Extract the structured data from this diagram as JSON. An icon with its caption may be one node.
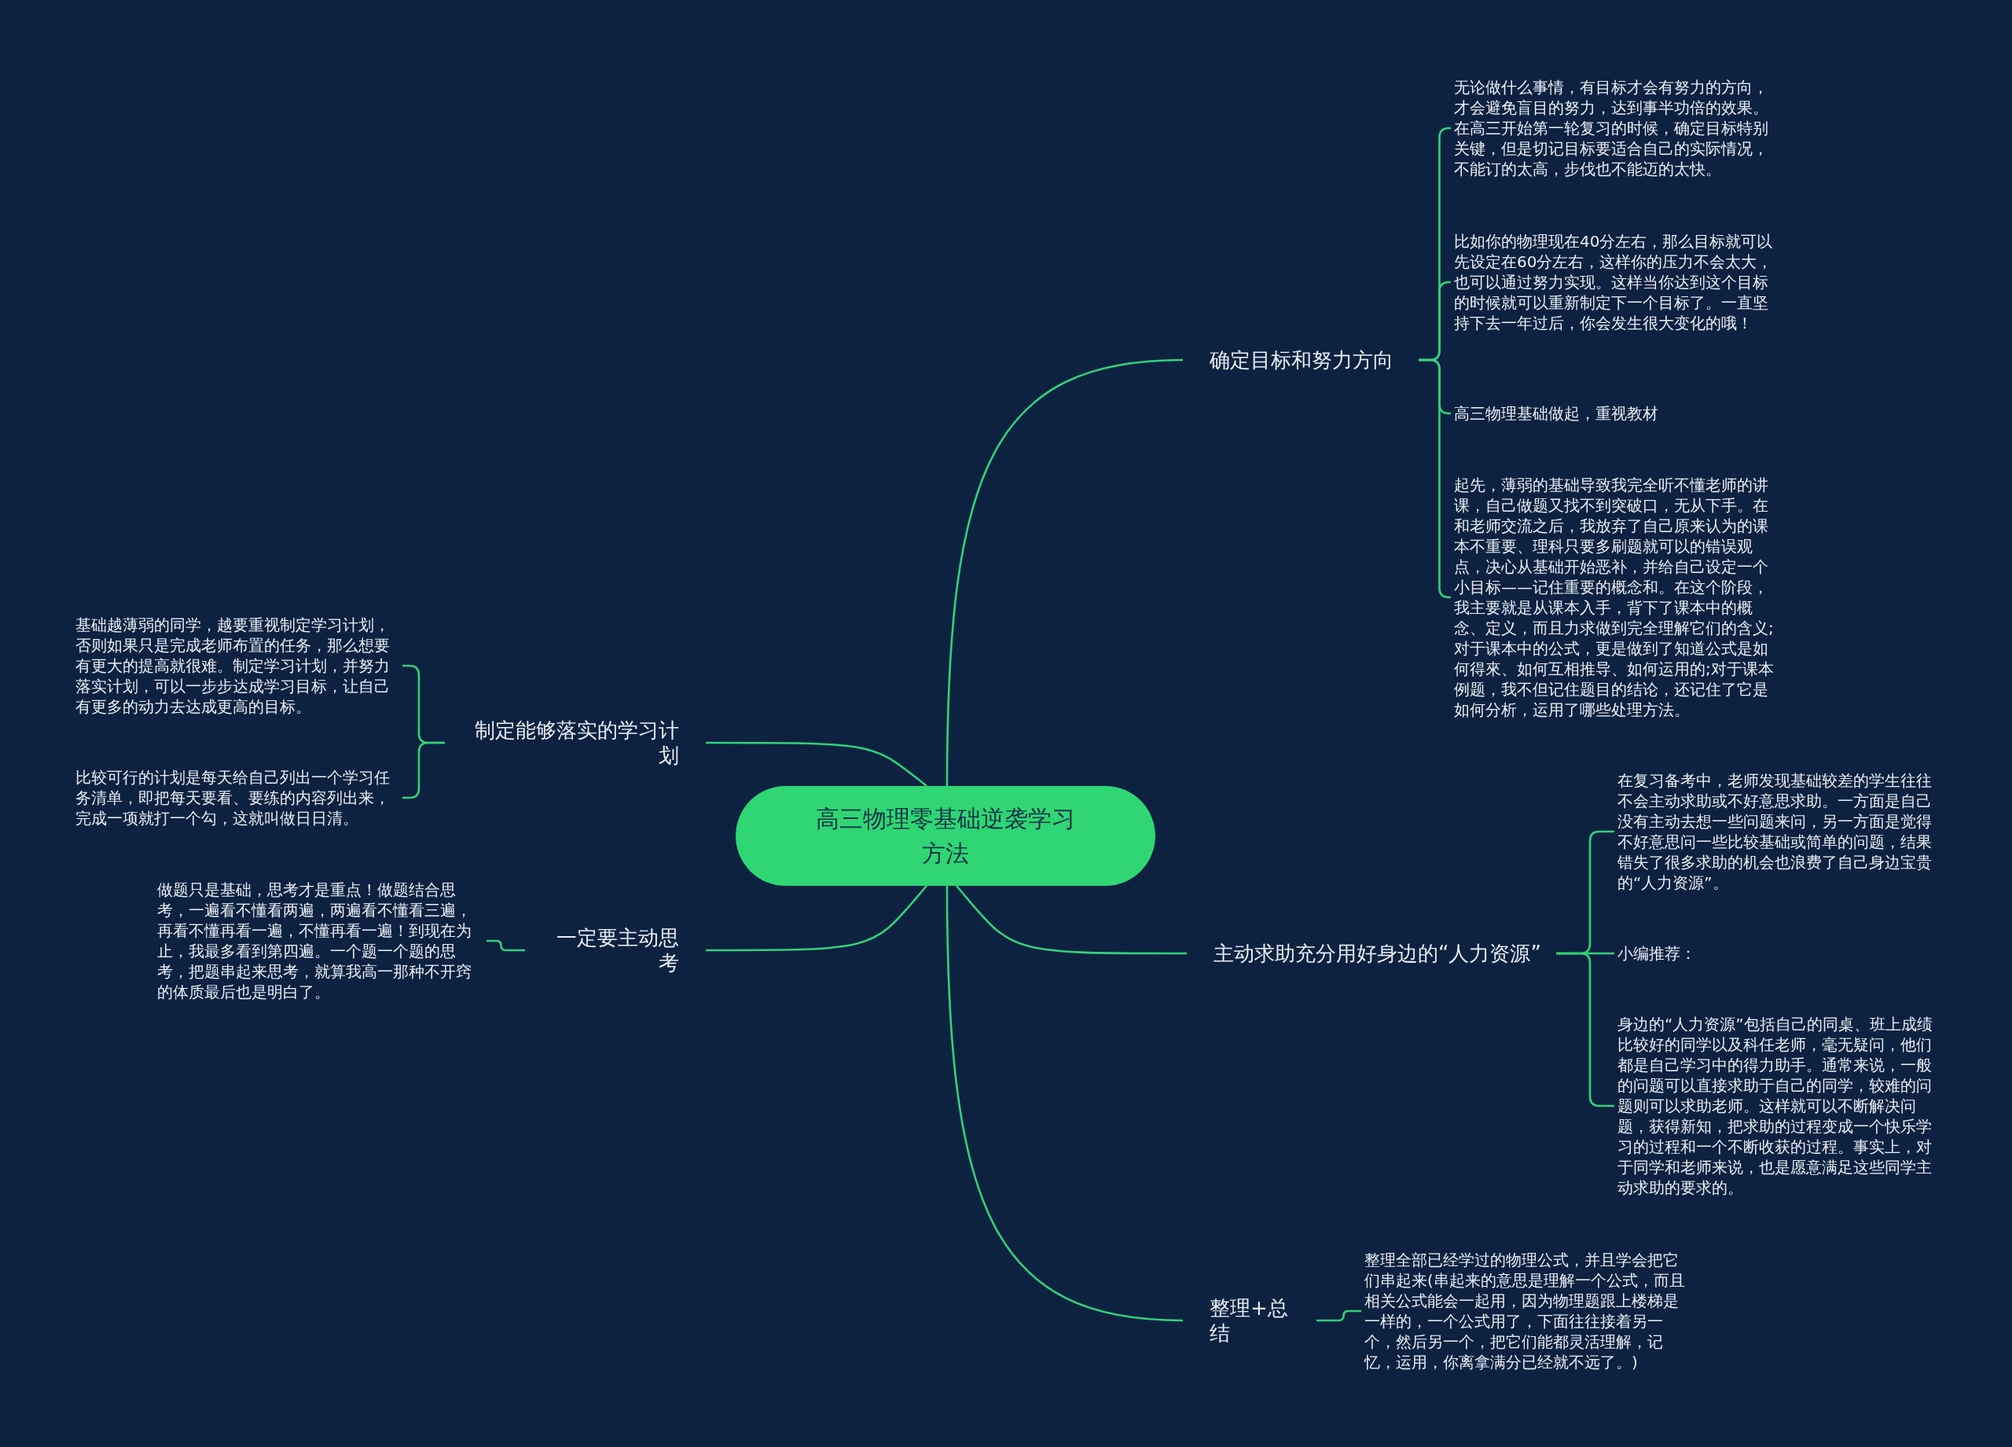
{
  "diagram": {
    "nodes": [
      {
        "text": [
          "高三物理零基础逆袭学习方法"
        ]
      },
      {
        "text": [
          "确定目标和努力方向"
        ]
      },
      {
        "text": [
          "无论做什么事情，有目标才会有努力的方向，才会避免盲目的努力，达到事半功倍的效果。在高三开始第一轮复习的时候，确定目标特别关键，但是切记目标要适合自己的实际情况，不能订的太高，步伐也不能迈的太快。"
        ]
      },
      {
        "text": [
          "比如你的物理现在40分左右，那么目标就可以先设定在60分左右，这样你的压力不会太大，也可以通过努力实现。这样当你达到这个目标的时候就可以重新制定下一个目标了。一直坚持下去一年过后，你会发生很大变化的哦！"
        ]
      },
      {
        "text": [
          "高三物理基础做起，重视教材"
        ]
      },
      {
        "text": [
          "起先，薄弱的基础导致我完全听不懂老师的讲课，自己做题又找不到突破口，无从下手。在和老师交流之后，我放弃了自己原来认为的课本不重要、理科只要多刷题就可以的错误观点，决心从基础开始恶补，并给自己设定一个小目标——记住重要的概念和。在这个阶段，我主要就是从课本入手，背下了课本中的概念、定义，而且力求做到完全理解它们的含义;对于课本中的公式，更是做到了知道公式是如何得來、如何互相推导、如何运用的;对于课本例题，我不但记住题目的结论，还记住了它是如何分析，运用了哪些处理方法。"
        ]
      },
      {
        "text": [
          "主动求助充分用好身边的“人力资源”"
        ]
      },
      {
        "text": [
          "在复习备考中，老师发现基础较差的学生往往不会主动求助或不好意思求助。一方面是自己没有主动去想一些问题来问，另一方面是觉得不好意思问一些比较基础或简单的问题，结果错失了很多求助的机会也浪费了自己身边宝贵的“人力资源”。"
        ]
      },
      {
        "text": [
          "小编推荐："
        ]
      },
      {
        "text": [
          "身边的“人力资源”包括自己的同桌、班上成绩比较好的同学以及科任老师，毫无疑问，他们都是自己学习中的得力助手。通常来说，一般的问题可以直接求助于自己的同学，较难的问题则可以求助老师。这样就可以不断解决问题，获得新知，把求助的过程变成一个快乐学习的过程和一个不断收获的过程。事实上，对于同学和老师来说，也是愿意满足这些同学主动求助的要求的。"
        ]
      },
      {
        "text": [
          "整理+总结"
        ]
      },
      {
        "text": [
          "整理全部已经学过的物理公式，并且学会把它们串起来(串起来的意思是理解一个公式，而且相关公式能会一起用，因为物理题跟上楼梯是一样的，一个公式用了，下面往往接着另一个，然后另一个，把它们能都灵活理解，记忆，运用，你离拿满分已经就不远了。)"
        ]
      },
      {
        "text": [
          "制定能够落实的学习计划"
        ]
      },
      {
        "text": [
          "基础越薄弱的同学，越要重视制定学习计划，否则如果只是完成老师布置的任务，那么想要有更大的提高就很难。制定学习计划，并努力落实计划，可以一步步达成学习目标，让自己有更多的动力去达成更高的目标。"
        ]
      },
      {
        "text": [
          "比较可行的计划是每天给自己列出一个学习任务清单，即把每天要看、要练的内容列出来，完成一项就打一个勾，这就叫做日日清。"
        ]
      },
      {
        "text": [
          "一定要主动思考"
        ]
      },
      {
        "text": [
          "做题只是基础，思考才是重点！做题结合思考，一遍看不懂看两遍，两遍看不懂看三遍，再看不懂再看一遍，不懂再看一遍！到现在为止，我最多看到第四遍。一个题一个题的思考，把题串起来思考，就算我高一那种不开窍的体质最后也是明白了。"
        ]
      }
    ],
    "edges": [
      {
        "from": 0,
        "to": 1,
        "arrow": "none"
      },
      {
        "from": 1,
        "to": 2,
        "arrow": "none"
      },
      {
        "from": 1,
        "to": 3,
        "arrow": "none"
      },
      {
        "from": 1,
        "to": 4,
        "arrow": "none"
      },
      {
        "from": 1,
        "to": 5,
        "arrow": "none"
      },
      {
        "from": 0,
        "to": 6,
        "arrow": "none"
      },
      {
        "from": 6,
        "to": 7,
        "arrow": "none"
      },
      {
        "from": 6,
        "to": 8,
        "arrow": "none"
      },
      {
        "from": 6,
        "to": 9,
        "arrow": "none"
      },
      {
        "from": 0,
        "to": 10,
        "arrow": "none"
      },
      {
        "from": 10,
        "to": 11,
        "arrow": "none"
      },
      {
        "from": 0,
        "to": 12,
        "arrow": "none"
      },
      {
        "from": 12,
        "to": 13,
        "arrow": "none"
      },
      {
        "from": 12,
        "to": 14,
        "arrow": "none"
      },
      {
        "from": 0,
        "to": 15,
        "arrow": "none"
      },
      {
        "from": 15,
        "to": 16,
        "arrow": "none"
      }
    ]
  }
}
